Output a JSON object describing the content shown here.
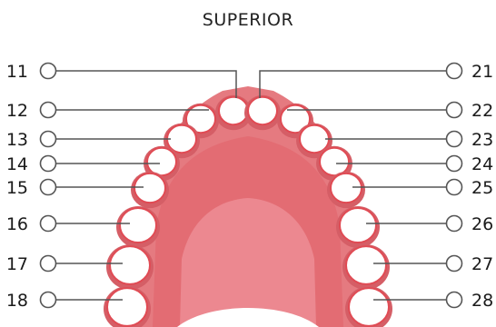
{
  "title": "SUPERIOR",
  "teeth_left": [
    "11",
    "12",
    "13",
    "14",
    "15",
    "16",
    "17",
    "18"
  ],
  "teeth_right": [
    "21",
    "22",
    "23",
    "24",
    "25",
    "26",
    "27",
    "28"
  ],
  "colors": {
    "gum": "#e57a80",
    "gum_dark": "#d55e66",
    "palate": "#e36c73",
    "palate_inner": "#ec8890",
    "tooth_fill": "#ffffff",
    "tooth_outline": "#e04b54",
    "line": "#555555"
  }
}
